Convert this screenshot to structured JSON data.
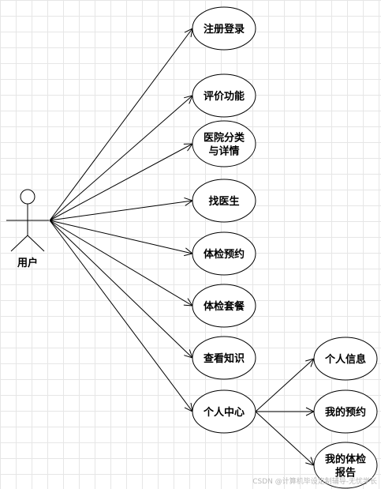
{
  "actor": {
    "label": "用户"
  },
  "use_cases": [
    {
      "id": "register",
      "lines": [
        "注册登录"
      ]
    },
    {
      "id": "review",
      "lines": [
        "评价功能"
      ]
    },
    {
      "id": "hospital",
      "lines": [
        "医院分类",
        "与详情"
      ]
    },
    {
      "id": "doctor",
      "lines": [
        "找医生"
      ]
    },
    {
      "id": "appointment",
      "lines": [
        "体检预约"
      ]
    },
    {
      "id": "package",
      "lines": [
        "体检套餐"
      ]
    },
    {
      "id": "knowledge",
      "lines": [
        "查看知识"
      ]
    },
    {
      "id": "personal",
      "lines": [
        "个人中心"
      ]
    }
  ],
  "sub_cases": [
    {
      "id": "info",
      "lines": [
        "个人信息"
      ]
    },
    {
      "id": "my-appointment",
      "lines": [
        "我的预约"
      ]
    },
    {
      "id": "my-report",
      "lines": [
        "我的体检",
        "报告"
      ]
    }
  ],
  "watermark": "CSDN @计算机毕设定制辅导-无忧学长",
  "colors": {
    "stroke": "#000000",
    "grid": "#e6e6e6",
    "watermark": "#b8b8b8"
  }
}
